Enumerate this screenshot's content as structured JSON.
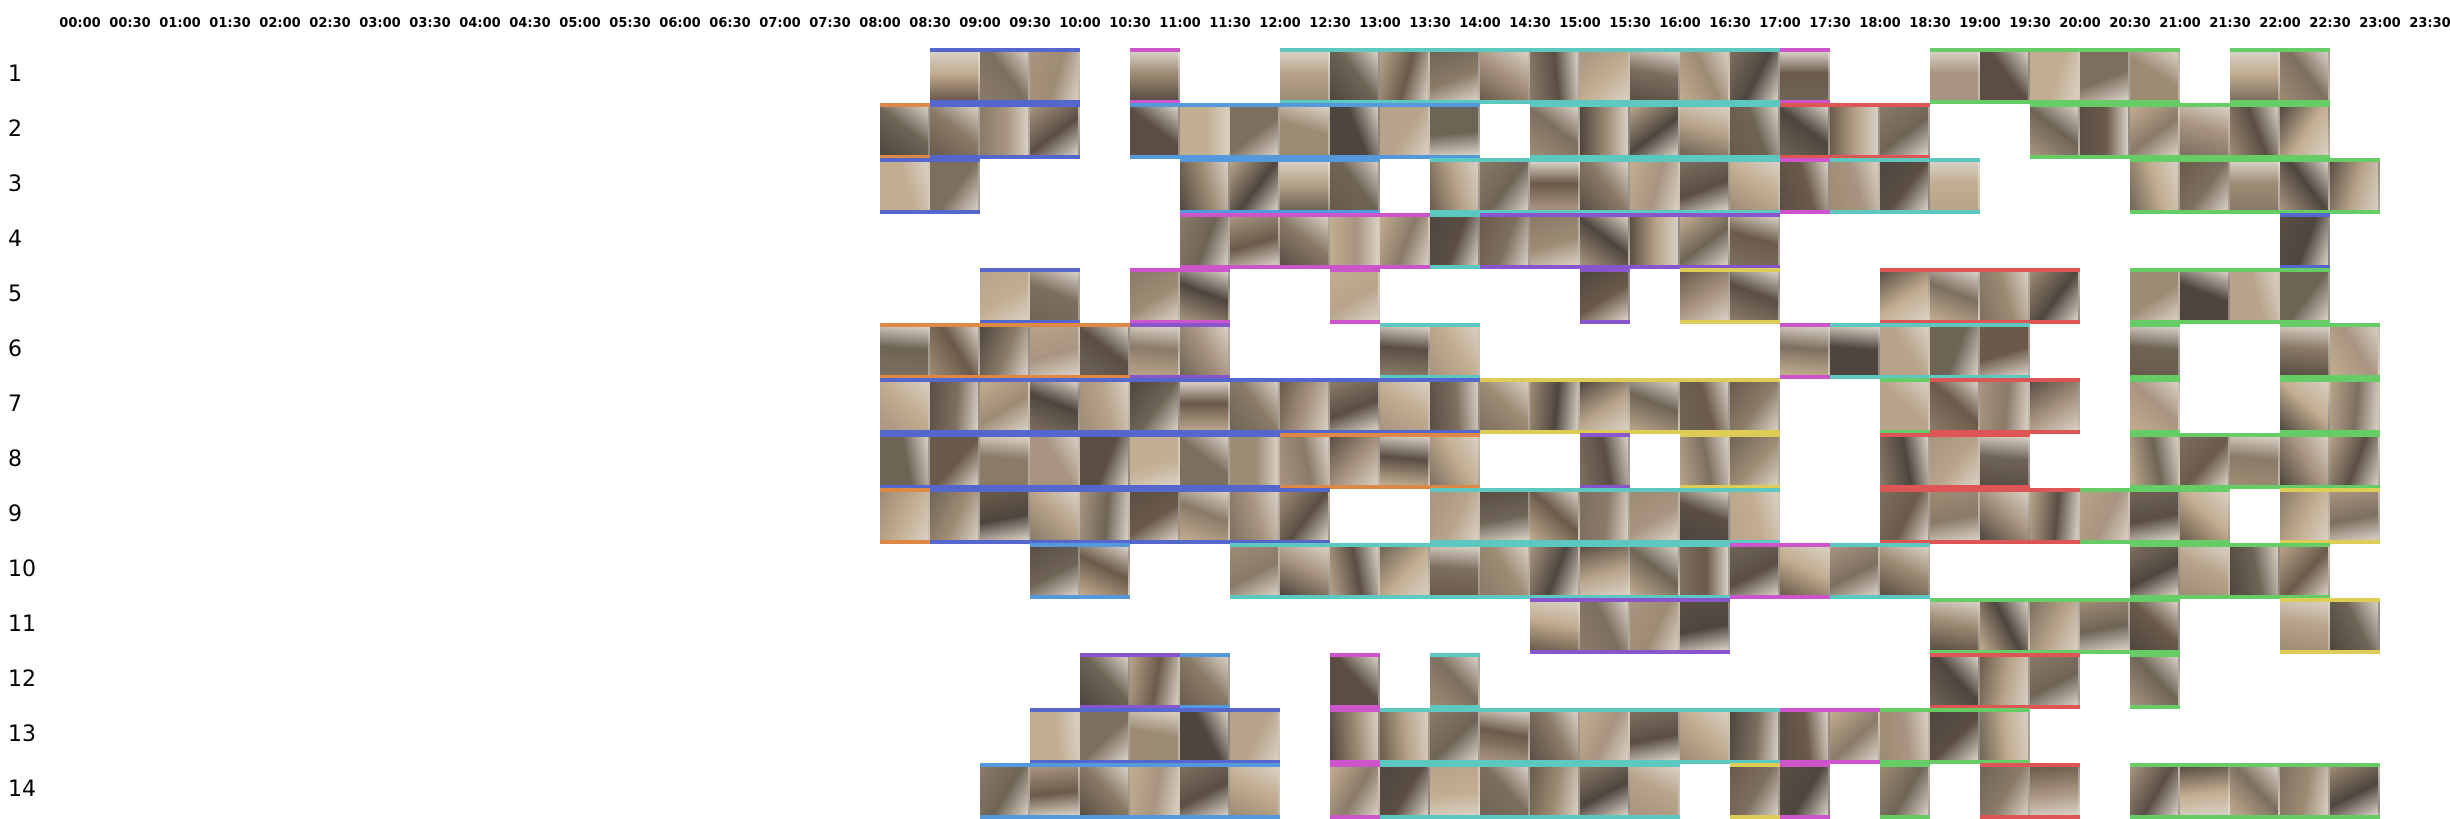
{
  "time_axis": [
    "00:00",
    "00:30",
    "01:00",
    "01:30",
    "02:00",
    "02:30",
    "03:00",
    "03:30",
    "04:00",
    "04:30",
    "05:00",
    "05:30",
    "06:00",
    "06:30",
    "07:00",
    "07:30",
    "08:00",
    "08:30",
    "09:00",
    "09:30",
    "10:00",
    "10:30",
    "11:00",
    "11:30",
    "12:00",
    "12:30",
    "13:00",
    "13:30",
    "14:00",
    "14:30",
    "15:00",
    "15:30",
    "16:00",
    "16:30",
    "17:00",
    "17:30",
    "18:00",
    "18:30",
    "19:00",
    "19:30",
    "20:00",
    "20:30",
    "21:00",
    "21:30",
    "22:00",
    "22:30",
    "23:00",
    "23:30"
  ],
  "colors": {
    "blue": "#5566cc",
    "teal": "#5cc8c0",
    "green": "#66cc66",
    "magenta": "#cc55cc",
    "orange": "#dd8844",
    "red": "#dd5555",
    "yellow": "#ddcc55",
    "purple": "#8855cc",
    "sky": "#5599dd"
  },
  "rows": [
    {
      "label": "1",
      "segments": [
        [
          "08:30",
          "10:00",
          "blue"
        ],
        [
          "10:30",
          "11:00",
          "magenta"
        ],
        [
          "12:00",
          "17:00",
          "teal"
        ],
        [
          "17:00",
          "17:30",
          "magenta"
        ],
        [
          "18:30",
          "21:00",
          "green"
        ],
        [
          "21:30",
          "22:30",
          "green"
        ]
      ]
    },
    {
      "label": "2",
      "segments": [
        [
          "08:00",
          "08:30",
          "orange"
        ],
        [
          "08:30",
          "10:00",
          "blue"
        ],
        [
          "10:30",
          "14:00",
          "sky"
        ],
        [
          "14:30",
          "17:00",
          "teal"
        ],
        [
          "17:00",
          "18:30",
          "red"
        ],
        [
          "19:30",
          "22:30",
          "green"
        ]
      ]
    },
    {
      "label": "3",
      "segments": [
        [
          "08:00",
          "09:00",
          "blue"
        ],
        [
          "11:00",
          "13:00",
          "sky"
        ],
        [
          "13:30",
          "17:00",
          "teal"
        ],
        [
          "17:00",
          "17:30",
          "magenta"
        ],
        [
          "17:30",
          "19:00",
          "teal"
        ],
        [
          "20:30",
          "23:00",
          "green"
        ]
      ]
    },
    {
      "label": "4",
      "segments": [
        [
          "11:00",
          "13:00",
          "magenta"
        ],
        [
          "13:00",
          "13:30",
          "magenta"
        ],
        [
          "13:30",
          "14:00",
          "teal"
        ],
        [
          "14:00",
          "17:00",
          "purple"
        ],
        [
          "22:00",
          "22:30",
          "blue"
        ]
      ]
    },
    {
      "label": "5",
      "segments": [
        [
          "09:00",
          "10:00",
          "blue"
        ],
        [
          "10:30",
          "11:30",
          "magenta"
        ],
        [
          "12:30",
          "13:00",
          "magenta"
        ],
        [
          "15:00",
          "15:30",
          "purple"
        ],
        [
          "16:00",
          "17:00",
          "yellow"
        ],
        [
          "18:00",
          "20:00",
          "red"
        ],
        [
          "20:30",
          "22:30",
          "green"
        ]
      ]
    },
    {
      "label": "6",
      "segments": [
        [
          "08:00",
          "10:30",
          "orange"
        ],
        [
          "10:30",
          "11:30",
          "purple"
        ],
        [
          "13:00",
          "14:00",
          "teal"
        ],
        [
          "17:00",
          "17:30",
          "magenta"
        ],
        [
          "17:30",
          "19:30",
          "teal"
        ],
        [
          "20:30",
          "21:00",
          "green"
        ],
        [
          "22:00",
          "23:00",
          "green"
        ]
      ]
    },
    {
      "label": "7",
      "segments": [
        [
          "08:00",
          "14:00",
          "blue"
        ],
        [
          "14:00",
          "17:00",
          "yellow"
        ],
        [
          "18:00",
          "18:30",
          "green"
        ],
        [
          "18:30",
          "20:00",
          "red"
        ],
        [
          "20:30",
          "21:00",
          "green"
        ],
        [
          "22:00",
          "23:00",
          "green"
        ]
      ]
    },
    {
      "label": "8",
      "segments": [
        [
          "08:00",
          "12:00",
          "blue"
        ],
        [
          "12:00",
          "14:00",
          "orange"
        ],
        [
          "15:00",
          "15:30",
          "purple"
        ],
        [
          "16:00",
          "17:00",
          "yellow"
        ],
        [
          "18:00",
          "19:30",
          "red"
        ],
        [
          "20:30",
          "23:00",
          "green"
        ]
      ]
    },
    {
      "label": "9",
      "segments": [
        [
          "08:00",
          "08:30",
          "orange"
        ],
        [
          "08:30",
          "12:30",
          "blue"
        ],
        [
          "13:30",
          "17:00",
          "teal"
        ],
        [
          "18:00",
          "20:00",
          "red"
        ],
        [
          "20:00",
          "21:30",
          "green"
        ],
        [
          "22:00",
          "23:00",
          "yellow"
        ]
      ]
    },
    {
      "label": "10",
      "segments": [
        [
          "09:30",
          "10:30",
          "sky"
        ],
        [
          "11:30",
          "16:30",
          "teal"
        ],
        [
          "16:30",
          "17:30",
          "magenta"
        ],
        [
          "17:30",
          "18:30",
          "teal"
        ],
        [
          "20:30",
          "22:30",
          "green"
        ]
      ]
    },
    {
      "label": "11",
      "segments": [
        [
          "14:30",
          "16:30",
          "purple"
        ],
        [
          "18:30",
          "21:00",
          "green"
        ],
        [
          "22:00",
          "23:00",
          "yellow"
        ]
      ]
    },
    {
      "label": "12",
      "segments": [
        [
          "10:00",
          "11:00",
          "purple"
        ],
        [
          "11:00",
          "11:30",
          "sky"
        ],
        [
          "12:30",
          "13:00",
          "magenta"
        ],
        [
          "13:30",
          "14:00",
          "teal"
        ],
        [
          "18:30",
          "20:00",
          "red"
        ],
        [
          "20:30",
          "21:00",
          "green"
        ]
      ]
    },
    {
      "label": "13",
      "segments": [
        [
          "09:30",
          "12:00",
          "blue"
        ],
        [
          "12:30",
          "13:00",
          "magenta"
        ],
        [
          "13:00",
          "17:00",
          "teal"
        ],
        [
          "17:00",
          "18:00",
          "magenta"
        ],
        [
          "18:00",
          "19:00",
          "green"
        ],
        [
          "19:00",
          "19:30",
          "green"
        ]
      ]
    },
    {
      "label": "14",
      "segments": [
        [
          "09:00",
          "12:00",
          "sky"
        ],
        [
          "12:30",
          "13:00",
          "magenta"
        ],
        [
          "13:00",
          "16:00",
          "teal"
        ],
        [
          "16:30",
          "17:00",
          "yellow"
        ],
        [
          "17:00",
          "17:30",
          "magenta"
        ],
        [
          "18:00",
          "18:30",
          "green"
        ],
        [
          "19:00",
          "20:00",
          "red"
        ],
        [
          "20:30",
          "23:00",
          "green"
        ]
      ]
    }
  ]
}
